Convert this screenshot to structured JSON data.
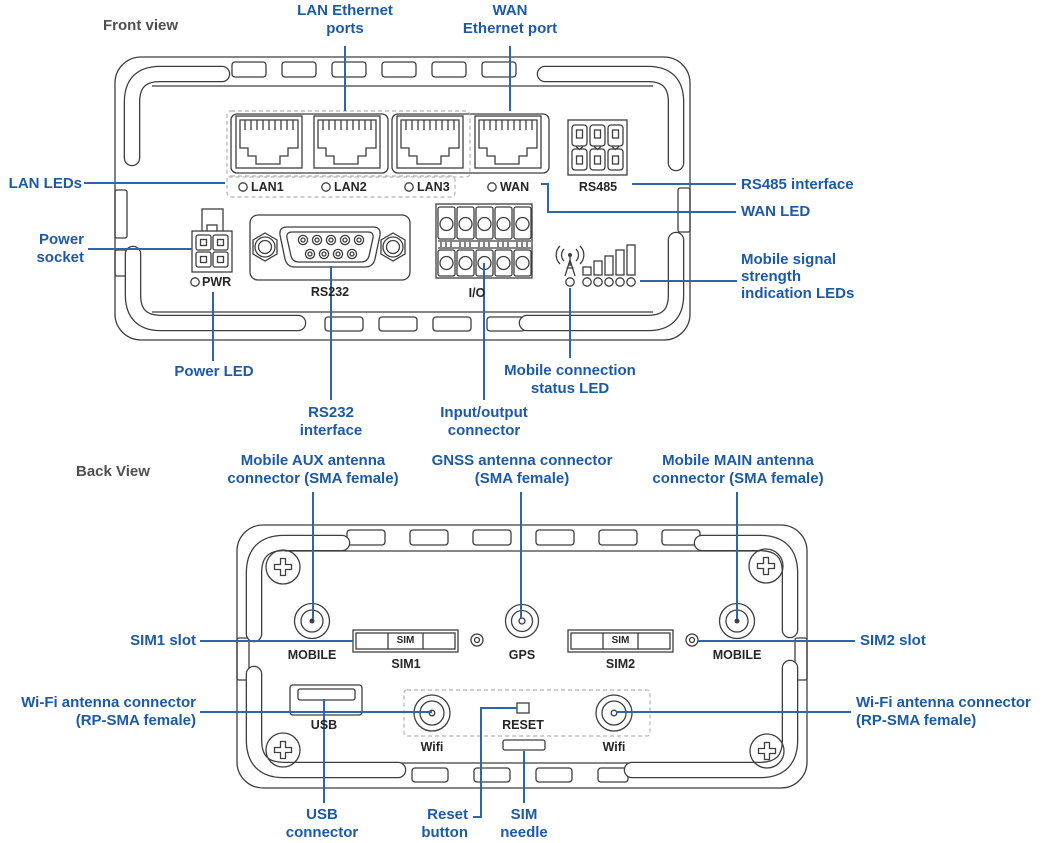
{
  "colors": {
    "annotation_blue": "#1d5aa5",
    "leader_line_blue": "#2d66a9",
    "outline_dark": "#3e3e3e",
    "heading_gray": "#4f4f4f",
    "dashed_gray": "#b5b5b5"
  },
  "front_view": {
    "heading": "Front view",
    "annotations": {
      "lan_ports": "LAN Ethernet\nports",
      "wan_port": "WAN\nEthernet port",
      "lan_leds": "LAN LEDs",
      "rs485": "RS485 interface",
      "wan_led": "WAN LED",
      "power_socket": "Power\nsocket",
      "power_led": "Power LED",
      "rs232": "RS232\ninterface",
      "io": "Input/output\nconnector",
      "mobile_status": "Mobile connection\nstatus LED",
      "mobile_signal": "Mobile signal\nstrength\nindication LEDs"
    },
    "panel_labels": {
      "lan1": "LAN1",
      "lan2": "LAN2",
      "lan3": "LAN3",
      "wan": "WAN",
      "rs485": "RS485",
      "pwr": "PWR",
      "rs232": "RS232",
      "io": "I/O"
    }
  },
  "back_view": {
    "heading": "Back View",
    "annotations": {
      "aux": "Mobile AUX antenna\nconnector (SMA female)",
      "gnss": "GNSS antenna connector\n(SMA female)",
      "main": "Mobile MAIN antenna\nconnector (SMA female)",
      "sim1_slot": "SIM1 slot",
      "sim2_slot": "SIM2 slot",
      "wifi_left": "Wi-Fi antenna connector\n(RP-SMA female)",
      "wifi_right": "Wi-Fi antenna connector\n(RP-SMA female)",
      "usb": "USB\nconnector",
      "reset": "Reset\nbutton",
      "sim_needle": "SIM\nneedle"
    },
    "panel_labels": {
      "mobile_left": "MOBILE",
      "sim1": "SIM1",
      "sim_badge1": "SIM",
      "gps": "GPS",
      "sim2": "SIM2",
      "sim_badge2": "SIM",
      "mobile_right": "MOBILE",
      "usb": "USB",
      "wifi_left": "Wifi",
      "reset": "RESET",
      "wifi_right": "Wifi"
    }
  }
}
